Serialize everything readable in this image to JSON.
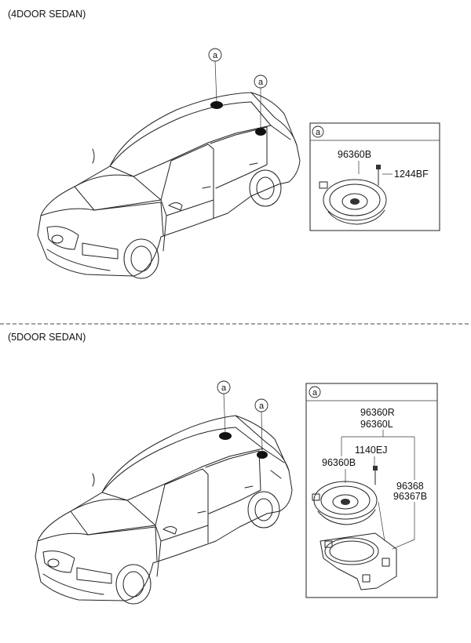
{
  "sections": [
    {
      "title": "(4DOOR SEDAN)",
      "callout": "a",
      "detail": {
        "callout": "a",
        "parts": [
          "96360B",
          "1244BF"
        ]
      }
    },
    {
      "title": "(5DOOR SEDAN)",
      "callout": "a",
      "detail": {
        "callout": "a",
        "parts": [
          "96360R",
          "96360L",
          "1140EJ",
          "96360B",
          "96368",
          "96367B"
        ]
      }
    }
  ]
}
